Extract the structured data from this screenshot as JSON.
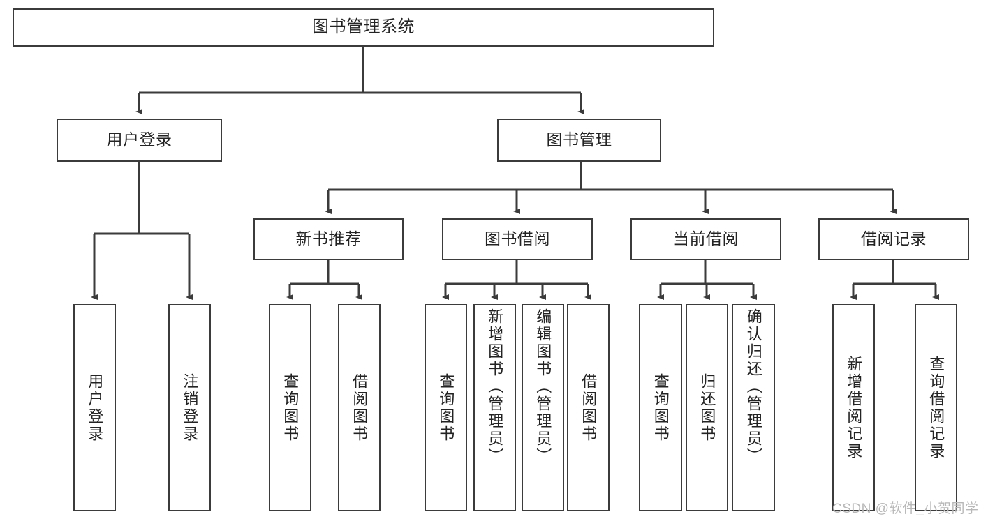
{
  "diagram": {
    "title": "图书管理系统",
    "type": "hierarchy-tree",
    "watermark": "CSDN @软件_小贺同学",
    "colors": {
      "stroke": "#3b3b3b",
      "box_fill": "#ffffff",
      "text": "#232323",
      "background": "#ffffff",
      "watermark": "#b8b8b8"
    }
  },
  "nodes": {
    "root": {
      "label": "图书管理系统"
    },
    "level2": [
      {
        "id": "user-login",
        "label": "用户登录"
      },
      {
        "id": "book-manage",
        "label": "图书管理"
      }
    ],
    "level3": [
      {
        "id": "new-book-recommend",
        "label": "新书推荐"
      },
      {
        "id": "book-borrow",
        "label": "图书借阅"
      },
      {
        "id": "current-borrow",
        "label": "当前借阅"
      },
      {
        "id": "borrow-record",
        "label": "借阅记录"
      }
    ],
    "leaves": {
      "user_login": [
        {
          "id": "leaf-user-login",
          "label": "用户登录"
        },
        {
          "id": "leaf-logout-login",
          "label": "注销登录"
        }
      ],
      "new_book_recommend": [
        {
          "id": "leaf-query-book-1",
          "label": "查询图书"
        },
        {
          "id": "leaf-borrow-book-1",
          "label": "借阅图书"
        }
      ],
      "book_borrow": [
        {
          "id": "leaf-query-book-2",
          "label": "查询图书"
        },
        {
          "id": "leaf-add-book",
          "label": "新增图书（管理员）"
        },
        {
          "id": "leaf-edit-book",
          "label": "编辑图书（管理员）"
        },
        {
          "id": "leaf-borrow-book-2",
          "label": "借阅图书"
        }
      ],
      "current_borrow": [
        {
          "id": "leaf-query-book-3",
          "label": "查询图书"
        },
        {
          "id": "leaf-return-book",
          "label": "归还图书"
        },
        {
          "id": "leaf-confirm-return",
          "label": "确认归还（管理员）"
        }
      ],
      "borrow_record": [
        {
          "id": "leaf-add-record",
          "label": "新增借阅记录"
        },
        {
          "id": "leaf-query-record",
          "label": "查询借阅记录"
        }
      ]
    }
  }
}
